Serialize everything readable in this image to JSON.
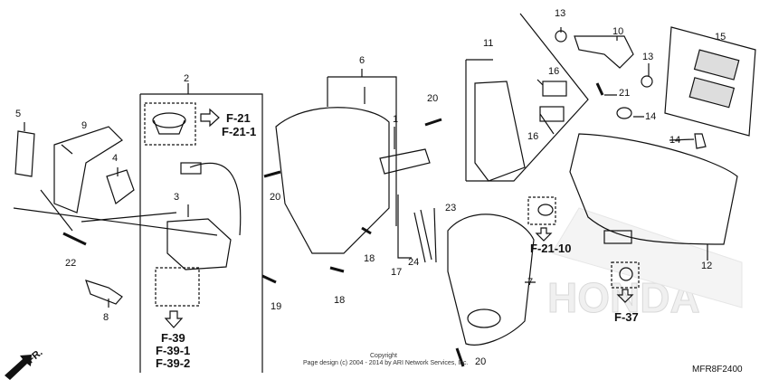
{
  "parts": {
    "p1": "1",
    "p2": "2",
    "p3": "3",
    "p4": "4",
    "p5": "5",
    "p6": "6",
    "p7": "7",
    "p8": "8",
    "p9": "9",
    "p10": "10",
    "p11": "11",
    "p12": "12",
    "p13a": "13",
    "p13b": "13",
    "p14a": "14",
    "p14b": "14",
    "p15": "15",
    "p16a": "16",
    "p16b": "16",
    "p17": "17",
    "p18a": "18",
    "p18b": "18",
    "p19": "19",
    "p20a": "20",
    "p20b": "20",
    "p20c": "20",
    "p21": "21",
    "p22": "22",
    "p23": "23",
    "p24": "24"
  },
  "references": {
    "f21": "F-21",
    "f21_1": "F-21-1",
    "f39": "F-39",
    "f39_1": "F-39-1",
    "f39_2": "F-39-2",
    "f21_10": "F-21-10",
    "f37": "F-37"
  },
  "footer": {
    "copyright": "Copyright",
    "publisher": "Page design (c) 2004 - 2014 by ARI Network Services, Inc.",
    "diagram_code": "MFR8F2400"
  },
  "direction_label": "FR.",
  "watermark": "HONDA",
  "colors": {
    "line": "#111111",
    "watermark": "#d9d9d9"
  }
}
